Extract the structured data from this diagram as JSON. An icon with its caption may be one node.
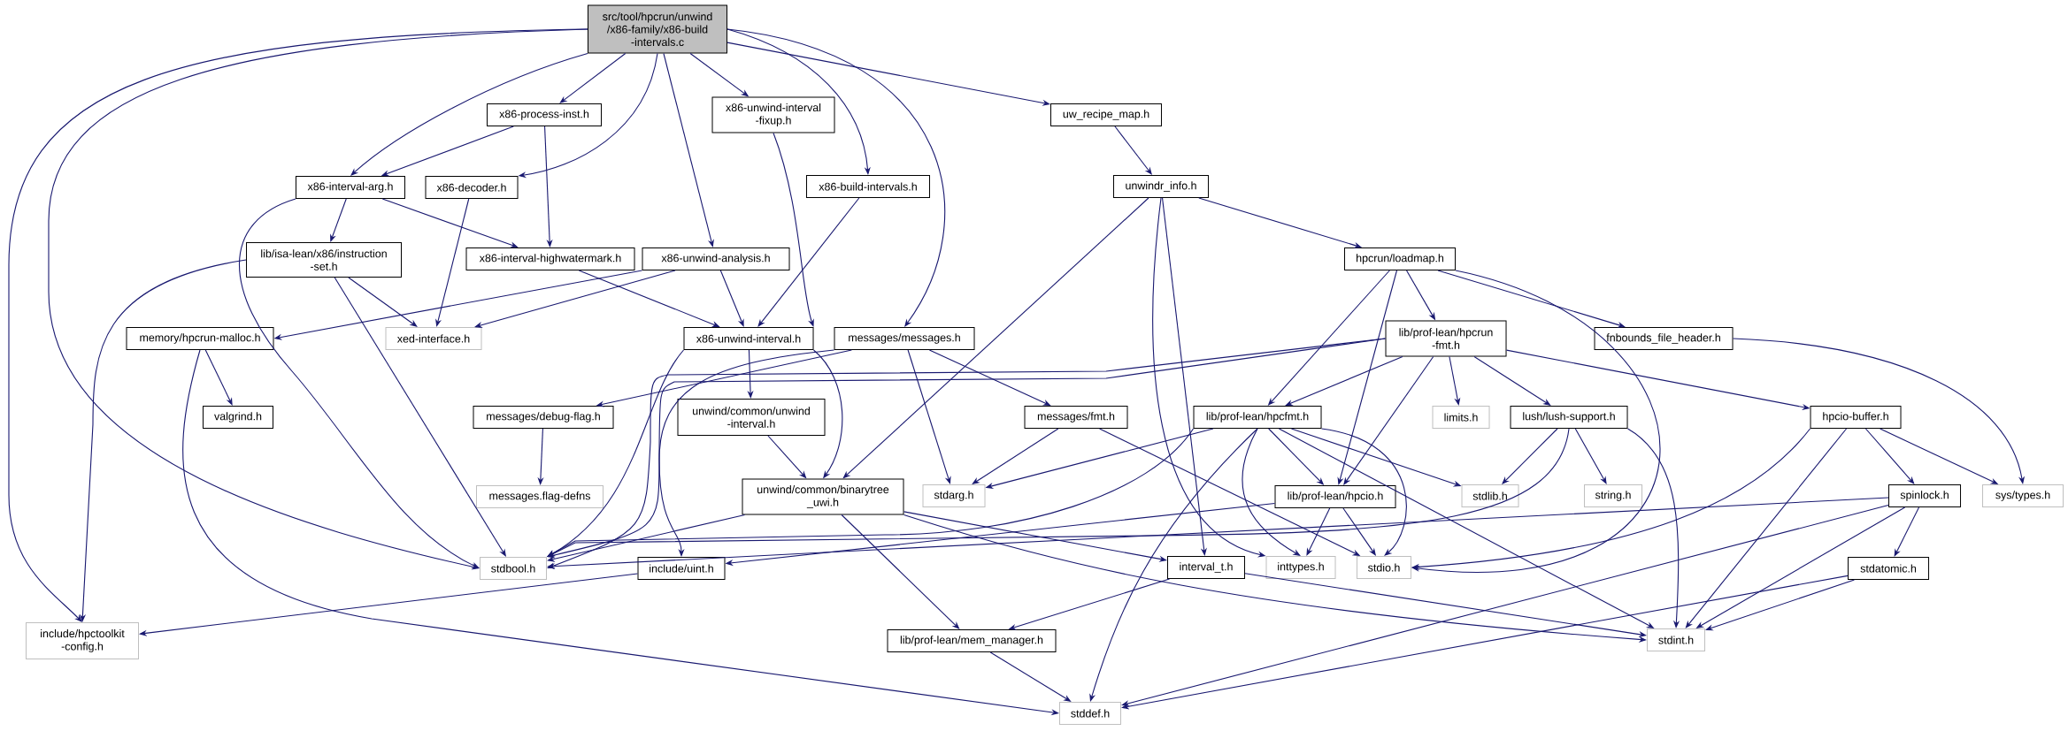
{
  "diagram": {
    "nodes": [
      {
        "text": [
          "src/tool/hpcrun/unwind /x86-family/x86-build -intervals.c"
        ]
      },
      {
        "text": [
          "x86-process-inst.h"
        ]
      },
      {
        "text": [
          "x86-unwind-interval -fixup.h"
        ]
      },
      {
        "text": [
          "uw_recipe_map.h"
        ]
      },
      {
        "text": [
          "x86-interval-arg.h"
        ]
      },
      {
        "text": [
          "x86-decoder.h"
        ]
      },
      {
        "text": [
          "x86-build-intervals.h"
        ]
      },
      {
        "text": [
          "unwindr_info.h"
        ]
      },
      {
        "text": [
          "lib/isa-lean/x86/instruction -set.h"
        ]
      },
      {
        "text": [
          "x86-interval-highwatermark.h"
        ]
      },
      {
        "text": [
          "x86-unwind-analysis.h"
        ]
      },
      {
        "text": [
          "hpcrun/loadmap.h"
        ]
      },
      {
        "text": [
          "xed-interface.h"
        ]
      },
      {
        "text": [
          "memory/hpcrun-malloc.h"
        ]
      },
      {
        "text": [
          "x86-unwind-interval.h"
        ]
      },
      {
        "text": [
          "messages/messages.h"
        ]
      },
      {
        "text": [
          "lib/prof-lean/hpcrun -fmt.h"
        ]
      },
      {
        "text": [
          "fnbounds_file_header.h"
        ]
      },
      {
        "text": [
          "valgrind.h"
        ]
      },
      {
        "text": [
          "messages/debug-flag.h"
        ]
      },
      {
        "text": [
          "unwind/common/unwind -interval.h"
        ]
      },
      {
        "text": [
          "messages/fmt.h"
        ]
      },
      {
        "text": [
          "lib/prof-lean/hpcfmt.h"
        ]
      },
      {
        "text": [
          "limits.h"
        ]
      },
      {
        "text": [
          "lush/lush-support.h"
        ]
      },
      {
        "text": [
          "hpcio-buffer.h"
        ]
      },
      {
        "text": [
          "messages.flag-defns"
        ]
      },
      {
        "text": [
          "unwind/common/binarytree _uwi.h"
        ]
      },
      {
        "text": [
          "stdarg.h"
        ]
      },
      {
        "text": [
          "lib/prof-lean/hpcio.h"
        ]
      },
      {
        "text": [
          "stdlib.h"
        ]
      },
      {
        "text": [
          "string.h"
        ]
      },
      {
        "text": [
          "spinlock.h"
        ]
      },
      {
        "text": [
          "sys/types.h"
        ]
      },
      {
        "text": [
          "stdbool.h"
        ]
      },
      {
        "text": [
          "include/uint.h"
        ]
      },
      {
        "text": [
          "interval_t.h"
        ]
      },
      {
        "text": [
          "inttypes.h"
        ]
      },
      {
        "text": [
          "stdio.h"
        ]
      },
      {
        "text": [
          "stdatomic.h"
        ]
      },
      {
        "text": [
          "include/hpctoolkit -config.h"
        ]
      },
      {
        "text": [
          "stdint.h"
        ]
      },
      {
        "text": [
          "lib/prof-lean/mem_manager.h"
        ]
      },
      {
        "text": [
          "stddef.h"
        ]
      }
    ],
    "edges": [
      {
        "from": 0,
        "to": 40,
        "arrow": "to"
      },
      {
        "from": 0,
        "to": 34,
        "arrow": "to"
      },
      {
        "from": 0,
        "to": 4,
        "arrow": "to"
      },
      {
        "from": 0,
        "to": 1,
        "arrow": "to"
      },
      {
        "from": 0,
        "to": 5,
        "arrow": "to"
      },
      {
        "from": 0,
        "to": 10,
        "arrow": "to"
      },
      {
        "from": 0,
        "to": 2,
        "arrow": "to"
      },
      {
        "from": 0,
        "to": 6,
        "arrow": "to"
      },
      {
        "from": 0,
        "to": 15,
        "arrow": "to"
      },
      {
        "from": 0,
        "to": 3,
        "arrow": "to"
      },
      {
        "from": 1,
        "to": 4,
        "arrow": "to"
      },
      {
        "from": 1,
        "to": 9,
        "arrow": "to"
      },
      {
        "from": 2,
        "to": 14,
        "arrow": "to"
      },
      {
        "from": 3,
        "to": 7,
        "arrow": "to"
      },
      {
        "from": 4,
        "to": 8,
        "arrow": "to"
      },
      {
        "from": 4,
        "to": 9,
        "arrow": "to"
      },
      {
        "from": 4,
        "to": 34,
        "arrow": "to"
      },
      {
        "from": 5,
        "to": 12,
        "arrow": "to"
      },
      {
        "from": 6,
        "to": 14,
        "arrow": "to"
      },
      {
        "from": 7,
        "to": 27,
        "arrow": "to"
      },
      {
        "from": 7,
        "to": 37,
        "arrow": "to"
      },
      {
        "from": 7,
        "to": 11,
        "arrow": "to"
      },
      {
        "from": 7,
        "to": 36,
        "arrow": "to"
      },
      {
        "from": 8,
        "to": 40,
        "arrow": "to"
      },
      {
        "from": 8,
        "to": 34,
        "arrow": "to"
      },
      {
        "from": 8,
        "to": 12,
        "arrow": "to"
      },
      {
        "from": 9,
        "to": 14,
        "arrow": "to"
      },
      {
        "from": 10,
        "to": 13,
        "arrow": "to"
      },
      {
        "from": 10,
        "to": 12,
        "arrow": "to"
      },
      {
        "from": 10,
        "to": 14,
        "arrow": "to"
      },
      {
        "from": 11,
        "to": 16,
        "arrow": "to"
      },
      {
        "from": 11,
        "to": 22,
        "arrow": "to"
      },
      {
        "from": 11,
        "to": 29,
        "arrow": "to"
      },
      {
        "from": 11,
        "to": 38,
        "arrow": "to"
      },
      {
        "from": 11,
        "to": 17,
        "arrow": "to"
      },
      {
        "from": 13,
        "to": 18,
        "arrow": "to"
      },
      {
        "from": 13,
        "to": 43,
        "arrow": "to"
      },
      {
        "from": 14,
        "to": 34,
        "arrow": "to"
      },
      {
        "from": 14,
        "to": 20,
        "arrow": "to"
      },
      {
        "from": 14,
        "to": 27,
        "arrow": "to"
      },
      {
        "from": 15,
        "to": 34,
        "arrow": "to"
      },
      {
        "from": 15,
        "to": 19,
        "arrow": "to"
      },
      {
        "from": 15,
        "to": 28,
        "arrow": "to"
      },
      {
        "from": 15,
        "to": 21,
        "arrow": "to"
      },
      {
        "from": 16,
        "to": 35,
        "arrow": "to"
      },
      {
        "from": 16,
        "to": 34,
        "arrow": "to"
      },
      {
        "from": 16,
        "to": 22,
        "arrow": "to"
      },
      {
        "from": 16,
        "to": 29,
        "arrow": "to"
      },
      {
        "from": 16,
        "to": 23,
        "arrow": "to"
      },
      {
        "from": 16,
        "to": 24,
        "arrow": "to"
      },
      {
        "from": 16,
        "to": 25,
        "arrow": "to"
      },
      {
        "from": 17,
        "to": 33,
        "arrow": "to"
      },
      {
        "from": 19,
        "to": 26,
        "arrow": "to"
      },
      {
        "from": 20,
        "to": 27,
        "arrow": "to"
      },
      {
        "from": 21,
        "to": 28,
        "arrow": "to"
      },
      {
        "from": 21,
        "to": 38,
        "arrow": "to"
      },
      {
        "from": 22,
        "to": 28,
        "arrow": "to"
      },
      {
        "from": 22,
        "to": 34,
        "arrow": "to"
      },
      {
        "from": 22,
        "to": 29,
        "arrow": "to"
      },
      {
        "from": 22,
        "to": 37,
        "arrow": "to"
      },
      {
        "from": 22,
        "to": 38,
        "arrow": "to"
      },
      {
        "from": 22,
        "to": 41,
        "arrow": "to"
      },
      {
        "from": 22,
        "to": 43,
        "arrow": "to"
      },
      {
        "from": 22,
        "to": 30,
        "arrow": "to"
      },
      {
        "from": 24,
        "to": 30,
        "arrow": "to"
      },
      {
        "from": 24,
        "to": 31,
        "arrow": "to"
      },
      {
        "from": 24,
        "to": 41,
        "arrow": "to"
      },
      {
        "from": 24,
        "to": 34,
        "arrow": "to"
      },
      {
        "from": 25,
        "to": 33,
        "arrow": "to"
      },
      {
        "from": 25,
        "to": 32,
        "arrow": "to"
      },
      {
        "from": 25,
        "to": 41,
        "arrow": "to"
      },
      {
        "from": 25,
        "to": 38,
        "arrow": "to"
      },
      {
        "from": 27,
        "to": 34,
        "arrow": "to"
      },
      {
        "from": 27,
        "to": 36,
        "arrow": "to"
      },
      {
        "from": 27,
        "to": 42,
        "arrow": "to"
      },
      {
        "from": 27,
        "to": 41,
        "arrow": "to"
      },
      {
        "from": 29,
        "to": 35,
        "arrow": "to"
      },
      {
        "from": 29,
        "to": 37,
        "arrow": "to"
      },
      {
        "from": 29,
        "to": 38,
        "arrow": "to"
      },
      {
        "from": 32,
        "to": 34,
        "arrow": "to"
      },
      {
        "from": 32,
        "to": 39,
        "arrow": "to"
      },
      {
        "from": 32,
        "to": 41,
        "arrow": "to"
      },
      {
        "from": 32,
        "to": 43,
        "arrow": "to"
      },
      {
        "from": 35,
        "to": 40,
        "arrow": "to"
      },
      {
        "from": 36,
        "to": 42,
        "arrow": "to"
      },
      {
        "from": 36,
        "to": 41,
        "arrow": "to"
      },
      {
        "from": 39,
        "to": 41,
        "arrow": "to"
      },
      {
        "from": 39,
        "to": 43,
        "arrow": "to"
      },
      {
        "from": 42,
        "to": 43,
        "arrow": "to"
      }
    ]
  }
}
